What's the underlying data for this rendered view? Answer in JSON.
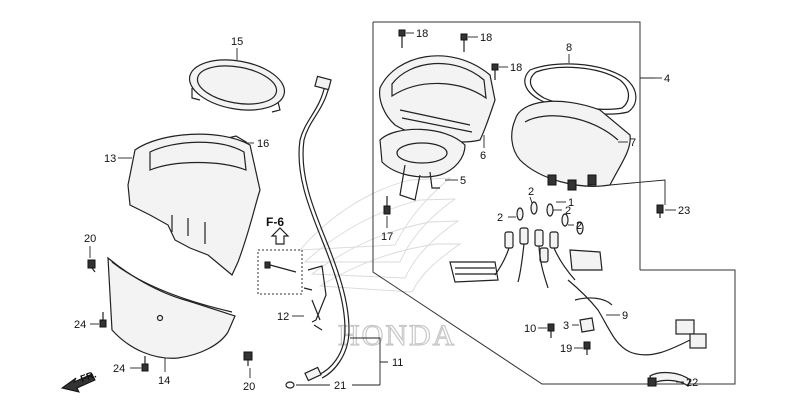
{
  "watermark": "HONDA",
  "reference": "F-6",
  "direction": "FR.",
  "callouts": [
    "15",
    "16",
    "13",
    "20",
    "24",
    "24",
    "14",
    "20",
    "12",
    "11",
    "21",
    "18",
    "18",
    "18",
    "8",
    "4",
    "6",
    "7",
    "5",
    "17",
    "2",
    "2",
    "1",
    "2",
    "2",
    "23",
    "9",
    "10",
    "3",
    "19",
    "22"
  ]
}
